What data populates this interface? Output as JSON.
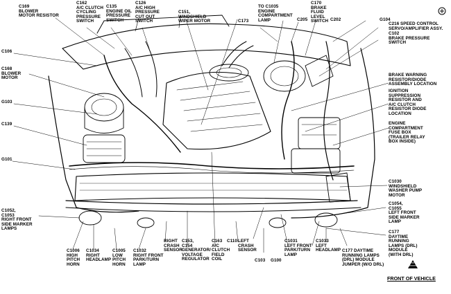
{
  "labels": [
    {
      "key": "c169",
      "text": "C169\nBLOWER\nMOTOR RESISTOR"
    },
    {
      "key": "c162",
      "text": "C162\nA/C CLUTCH\nCYCLING\nPRESSURE\nSWITCH"
    },
    {
      "key": "c135",
      "text": "C135\nENGINE OIL\nPRESSURE\nSWITCH"
    },
    {
      "key": "c126",
      "text": "C126\nA/C HIGH\nPRESSURE\nCUT OUT\nSWITCH"
    },
    {
      "key": "c151",
      "text": "C151,\nWINDSHIELD\nWIPER MOTOR"
    },
    {
      "key": "c173",
      "text": "C173"
    },
    {
      "key": "c1035",
      "text": "TO C1035\nENGINE\nCOMPARTMENT\nLAMP"
    },
    {
      "key": "c205",
      "text": "C205"
    },
    {
      "key": "c170",
      "text": "C170\nBRAKE\nFLUID\nLEVEL\nSWITCH"
    },
    {
      "key": "c202",
      "text": "C202"
    },
    {
      "key": "g104",
      "text": "G104"
    },
    {
      "key": "c216",
      "text": "C216 SPEED CONTROL\nSERVO/AMPLIFIER ASSY."
    },
    {
      "key": "c102",
      "text": "C102\nBRAKE PRESSURE\nSWITCH"
    },
    {
      "key": "c106",
      "text": "C106"
    },
    {
      "key": "c168",
      "text": "C168\nBLOWER\nMOTOR"
    },
    {
      "key": "g103",
      "text": "G103"
    },
    {
      "key": "c139",
      "text": "C139"
    },
    {
      "key": "g101",
      "text": "G101"
    },
    {
      "key": "brake-warn",
      "text": "BRAKE WARNING\nRESISTOR/DIODE\nASSEMBLY LOCATION"
    },
    {
      "key": "ignition",
      "text": "IGNITION\nSUPPRESSION\nRESISTOR AND\nA/C CLUTCH\nRESISTOR DIODE\nLOCATION"
    },
    {
      "key": "fusebox",
      "text": "ENGINE\nCOMPARTMENT\nFUSE BOX\n(TRAILER RELAY\nBOX INSIDE)"
    },
    {
      "key": "c1030",
      "text": "C1030\nWINDSHIELD\nWASHER PUMP\nMOTOR"
    },
    {
      "key": "c1054",
      "text": "C1054,\nC1055\nLEFT FRONT\nSIDE MARKER\nLAMP"
    },
    {
      "key": "c1052",
      "text": "C1052,\nC1053\nRIGHT FRONT\nSIDE MARKER\nLAMPS"
    },
    {
      "key": "c177",
      "text": "C177\nDAYTIME\nRUNNING\nLAMPS (DRL)\nMODULE\n(WITH DRL)"
    },
    {
      "key": "c1006",
      "text": "C1006\nHIGH\nPITCH\nHORN"
    },
    {
      "key": "c1034",
      "text": "C1034\nRIGHT\nHEADLAMP"
    },
    {
      "key": "c1005",
      "text": "C1005\nLOW\nPITCH\nHORN"
    },
    {
      "key": "c1032",
      "text": "C1032\nRIGHT FRONT\nPARK/TURN\nLAMP"
    },
    {
      "key": "right-crash",
      "text": "RIGHT\nCRASH\nSENSOR"
    },
    {
      "key": "c153",
      "text": "C153,\nC154\nGENERATOR/\nVOLTAGE\nREGULATOR"
    },
    {
      "key": "c163",
      "text": "C163\nA/C\nCLUTCH\nFIELD\nCOIL"
    },
    {
      "key": "c110",
      "text": "C110"
    },
    {
      "key": "left-crash",
      "text": "LEFT\nCRASH\nSENSOR"
    },
    {
      "key": "c103",
      "text": "C103"
    },
    {
      "key": "g100",
      "text": "G100"
    },
    {
      "key": "c1031",
      "text": "C1031\nLEFT FRONT\nPARK/TURN\nLAMP"
    },
    {
      "key": "c1033",
      "text": "C1033\nLEFT\nHEADLAMP"
    },
    {
      "key": "c177b",
      "text": "C177 DAYTIME\nRUNNING LAMPS\n(DRL) MODULE\nJUMPER (W/O DRL)"
    }
  ],
  "front_label": "FRONT OF VEHICLE",
  "icons": {
    "corner": "circle-plus-icon",
    "arrow": "front-arrow-icon"
  },
  "colors": {
    "ink": "#000000",
    "paper": "#ffffff"
  }
}
